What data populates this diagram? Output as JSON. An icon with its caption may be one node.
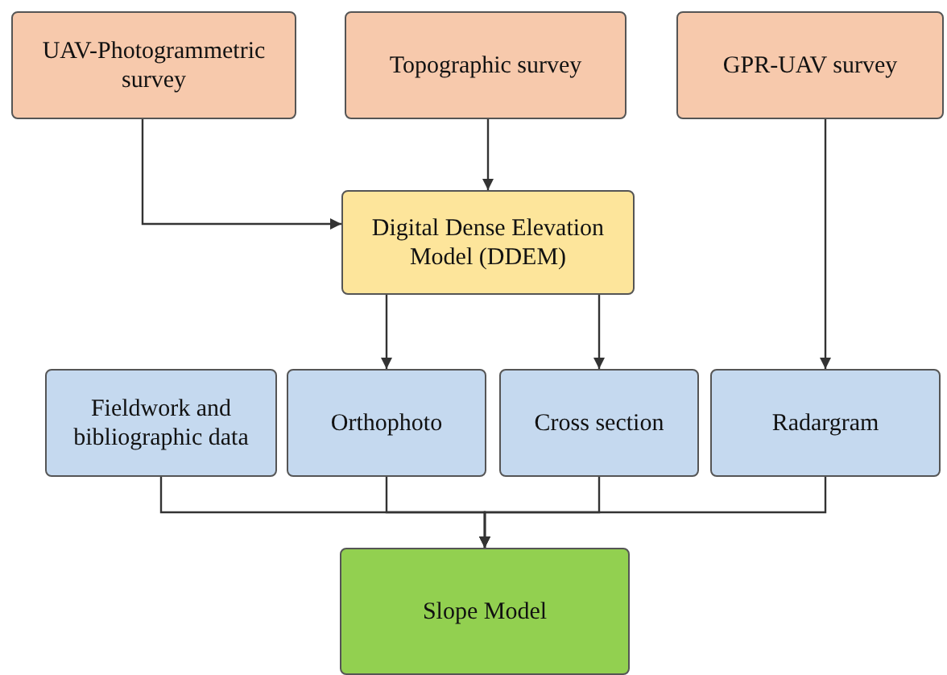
{
  "diagram": {
    "nodes": [
      {
        "text": [
          "UAV-Photogrammetric survey"
        ]
      },
      {
        "text": [
          "Topographic survey"
        ]
      },
      {
        "text": [
          "GPR-UAV survey"
        ]
      },
      {
        "text": [
          "Digital Dense Elevation Model (DDEM)"
        ]
      },
      {
        "text": [
          "Fieldwork and bibliographic data"
        ]
      },
      {
        "text": [
          "Orthophoto"
        ]
      },
      {
        "text": [
          "Cross section"
        ]
      },
      {
        "text": [
          "Radargram"
        ]
      },
      {
        "text": [
          "Slope Model"
        ]
      }
    ],
    "edges": [
      {
        "from": 0,
        "to": 3,
        "arrow": "to"
      },
      {
        "from": 1,
        "to": 3,
        "arrow": "to"
      },
      {
        "from": 2,
        "to": 7,
        "arrow": "to"
      },
      {
        "from": 3,
        "to": 5,
        "arrow": "to"
      },
      {
        "from": 3,
        "to": 6,
        "arrow": "to"
      },
      {
        "from": 4,
        "to": 8,
        "arrow": "to"
      },
      {
        "from": 5,
        "to": 8,
        "arrow": "to"
      },
      {
        "from": 6,
        "to": 8,
        "arrow": "to"
      },
      {
        "from": 7,
        "to": 8,
        "arrow": "to"
      }
    ]
  }
}
